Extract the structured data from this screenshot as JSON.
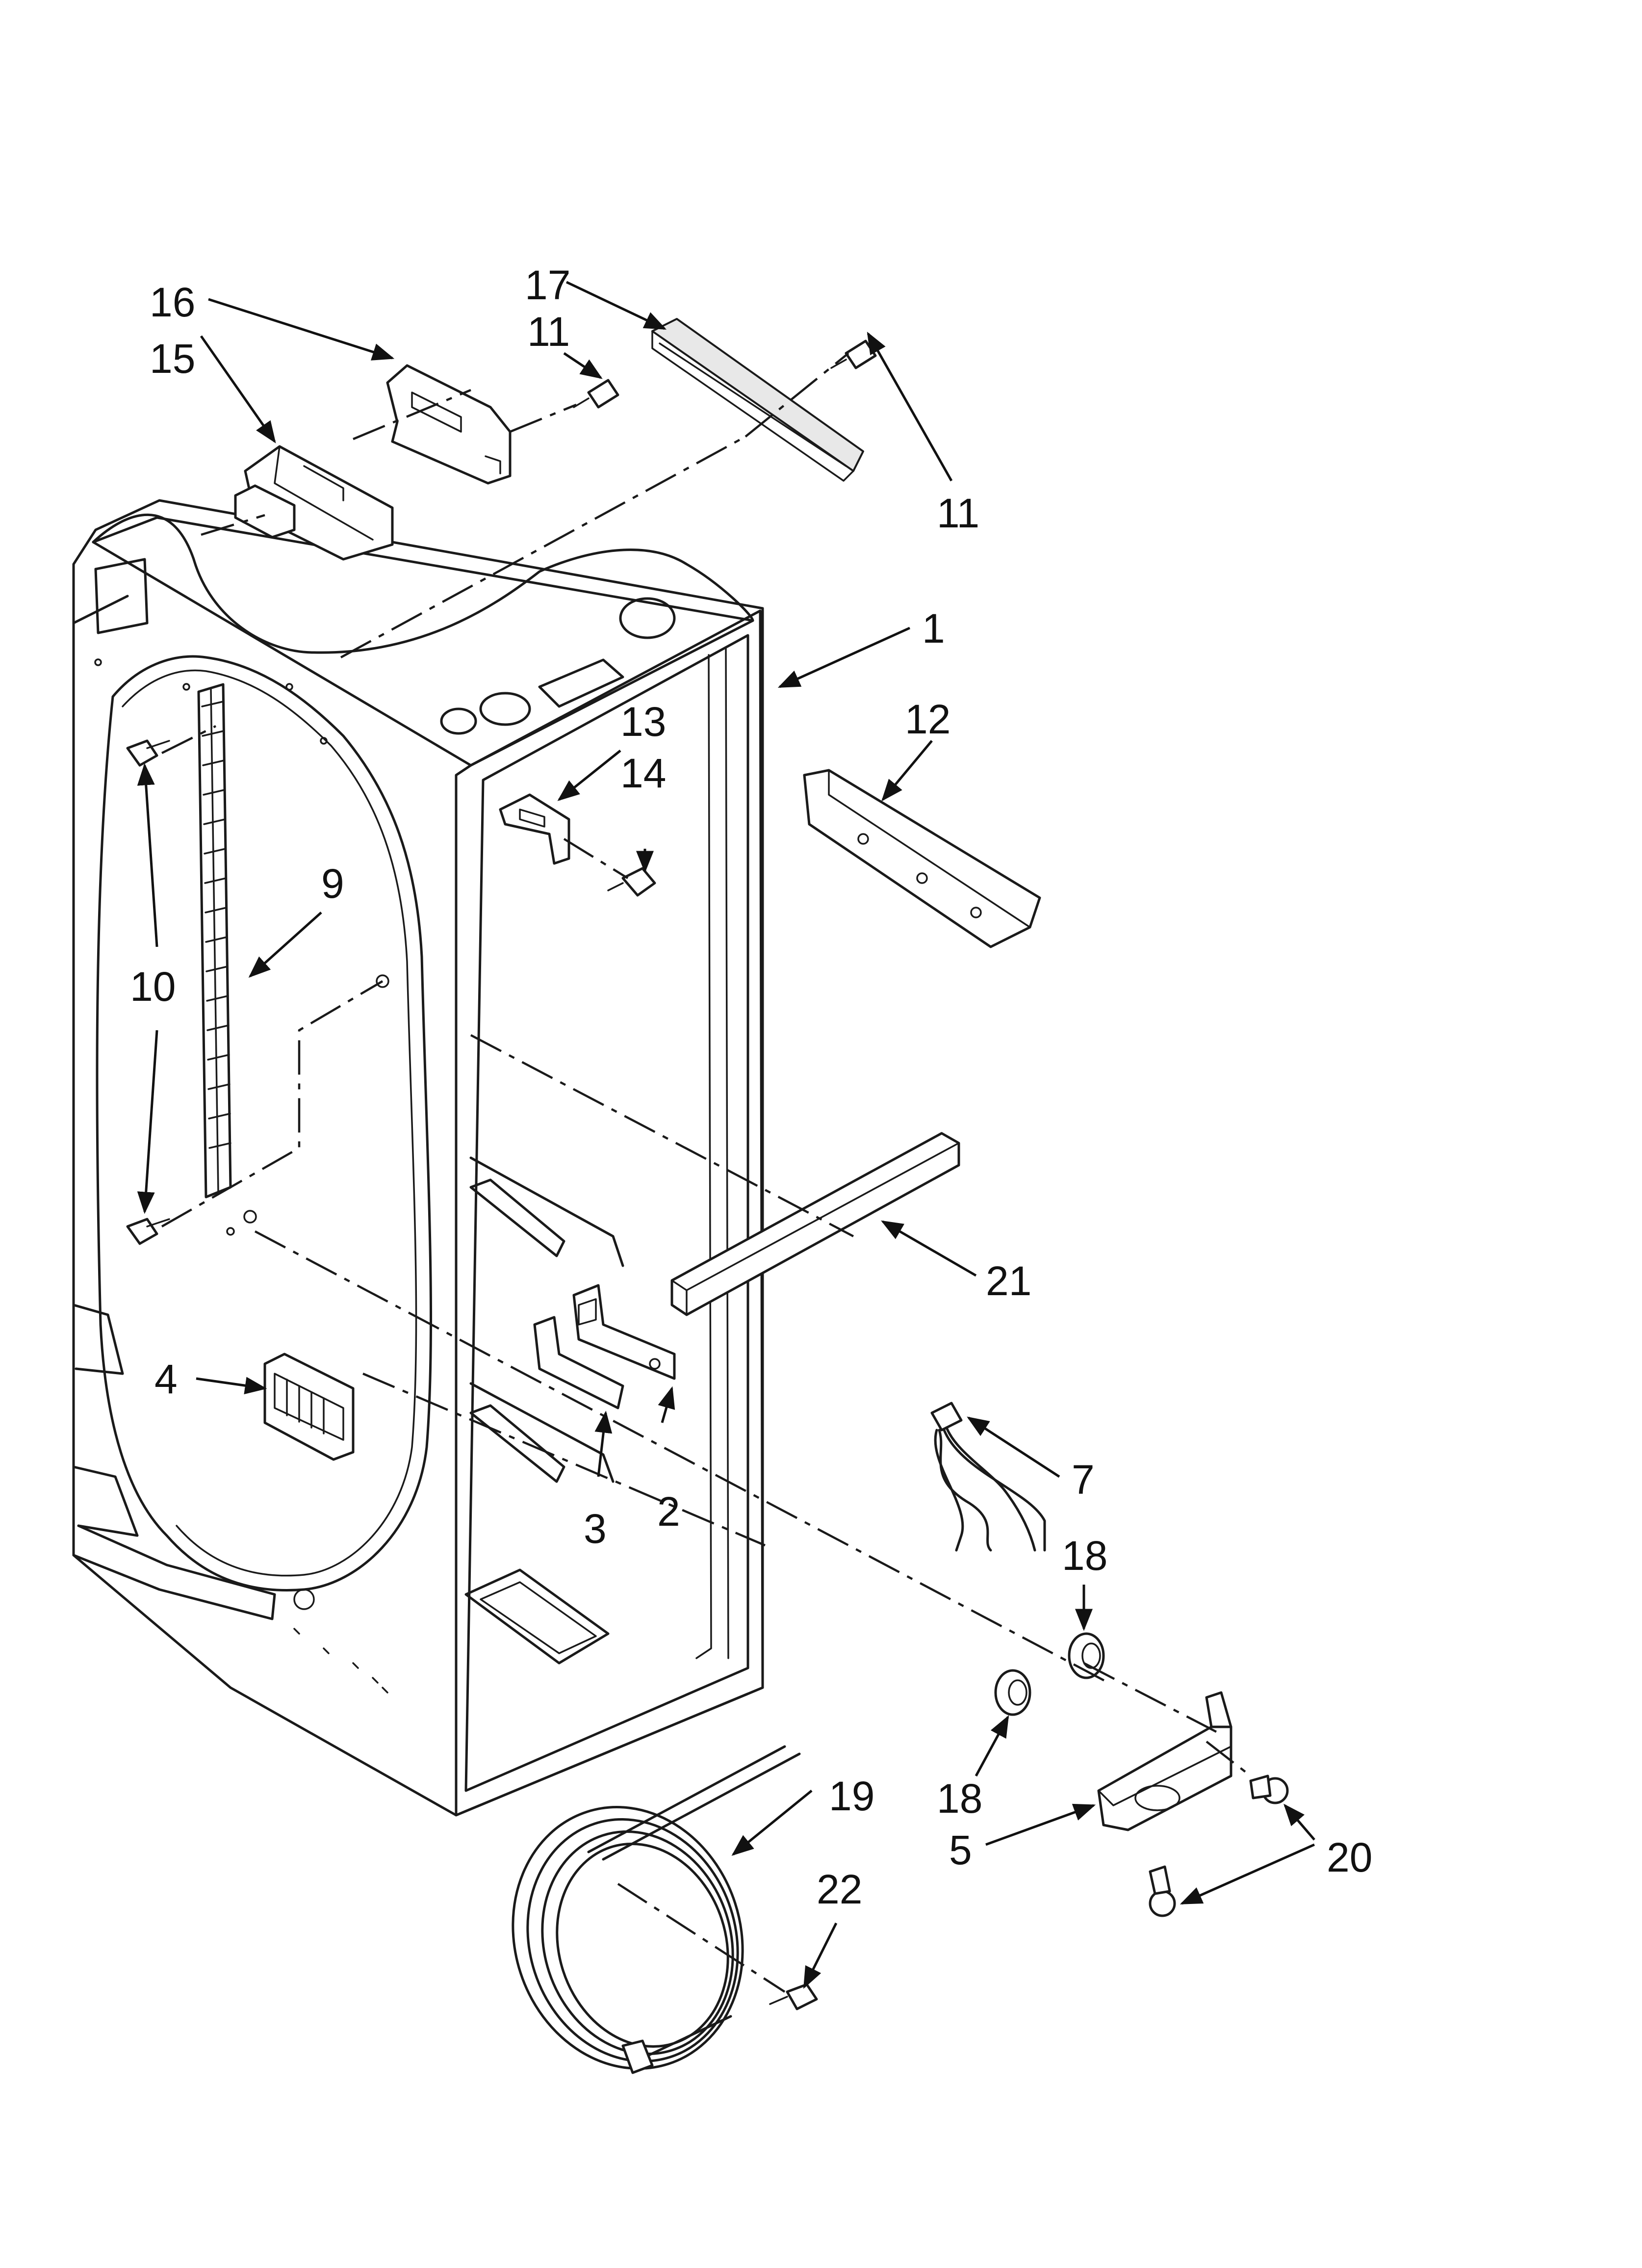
{
  "callouts": [
    {
      "id": "c1",
      "label": "1"
    },
    {
      "id": "c2",
      "label": "2"
    },
    {
      "id": "c3",
      "label": "3"
    },
    {
      "id": "c4",
      "label": "4"
    },
    {
      "id": "c5",
      "label": "5"
    },
    {
      "id": "c7",
      "label": "7"
    },
    {
      "id": "c9",
      "label": "9"
    },
    {
      "id": "c10",
      "label": "10"
    },
    {
      "id": "c11a",
      "label": "11"
    },
    {
      "id": "c11b",
      "label": "11"
    },
    {
      "id": "c12",
      "label": "12"
    },
    {
      "id": "c13",
      "label": "13"
    },
    {
      "id": "c14",
      "label": "14"
    },
    {
      "id": "c15",
      "label": "15"
    },
    {
      "id": "c16",
      "label": "16"
    },
    {
      "id": "c17",
      "label": "17"
    },
    {
      "id": "c18a",
      "label": "18"
    },
    {
      "id": "c18b",
      "label": "18"
    },
    {
      "id": "c19",
      "label": "19"
    },
    {
      "id": "c20",
      "label": "20"
    },
    {
      "id": "c21",
      "label": "21"
    },
    {
      "id": "c22",
      "label": "22"
    }
  ]
}
